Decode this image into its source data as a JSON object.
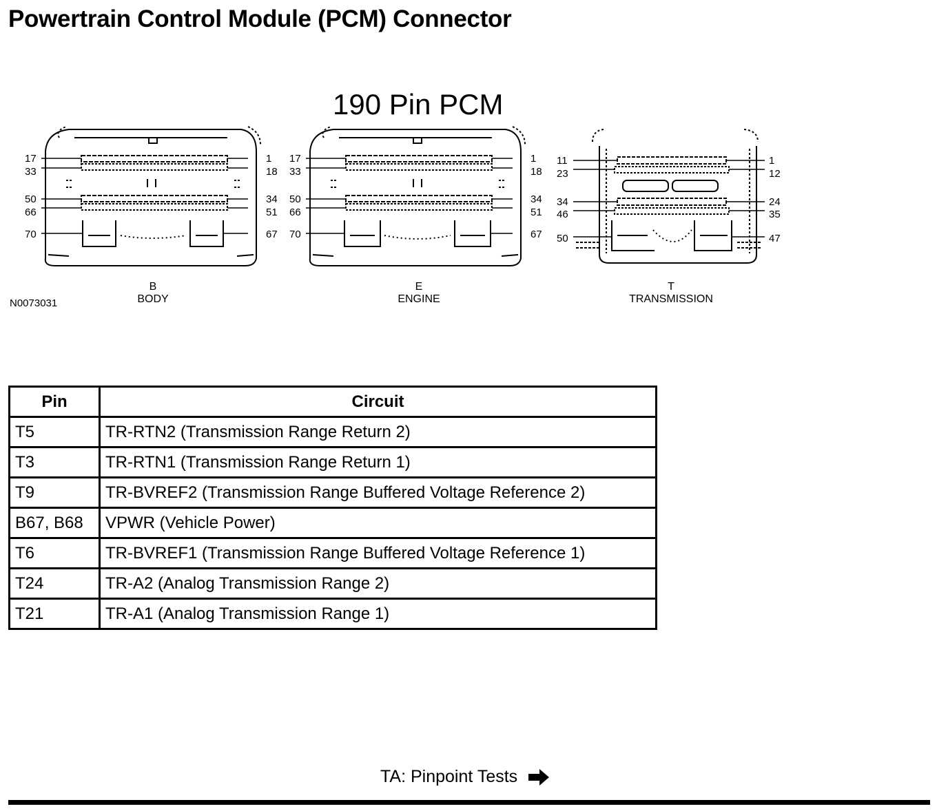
{
  "page": {
    "title": "Powertrain Control Module (PCM) Connector"
  },
  "diagram": {
    "title": "190 Pin PCM",
    "figure_id": "N0073031",
    "connectors": [
      {
        "letter": "B",
        "name": "BODY",
        "pin_labels": {
          "r1_left": "17",
          "r1_right": "1",
          "r2_left": "33",
          "r2_right": "18",
          "r3_left": "50",
          "r3_right": "34",
          "r4_left": "66",
          "r4_right": "51",
          "r5_left": "70",
          "r5_right": "67"
        }
      },
      {
        "letter": "E",
        "name": "ENGINE",
        "pin_labels": {
          "r1_left": "17",
          "r1_right": "1",
          "r2_left": "33",
          "r2_right": "18",
          "r3_left": "50",
          "r3_right": "34",
          "r4_left": "66",
          "r4_right": "51",
          "r5_left": "70",
          "r5_right": "67"
        }
      },
      {
        "letter": "T",
        "name": "TRANSMISSION",
        "pin_labels": {
          "r1_left": "11",
          "r1_right": "1",
          "r2_left": "23",
          "r2_right": "12",
          "r3_left": "34",
          "r3_right": "24",
          "r4_left": "46",
          "r4_right": "35",
          "r5_left": "50",
          "r5_right": "47"
        }
      }
    ]
  },
  "table": {
    "headers": {
      "pin": "Pin",
      "circuit": "Circuit"
    },
    "rows": [
      {
        "pin": "T5",
        "circuit": "TR-RTN2 (Transmission Range Return 2)"
      },
      {
        "pin": "T3",
        "circuit": "TR-RTN1 (Transmission Range Return 1)"
      },
      {
        "pin": "T9",
        "circuit": "TR-BVREF2 (Transmission Range Buffered Voltage Reference 2)"
      },
      {
        "pin": "B67, B68",
        "circuit": "VPWR (Vehicle Power)"
      },
      {
        "pin": "T6",
        "circuit": "TR-BVREF1 (Transmission Range Buffered Voltage Reference 1)"
      },
      {
        "pin": "T24",
        "circuit": "TR-A2 (Analog Transmission Range 2)"
      },
      {
        "pin": "T21",
        "circuit": "TR-A1 (Analog Transmission Range 1)"
      }
    ]
  },
  "footer": {
    "nav_label": "TA: Pinpoint Tests",
    "nav_icon": "right-arrow-icon"
  }
}
